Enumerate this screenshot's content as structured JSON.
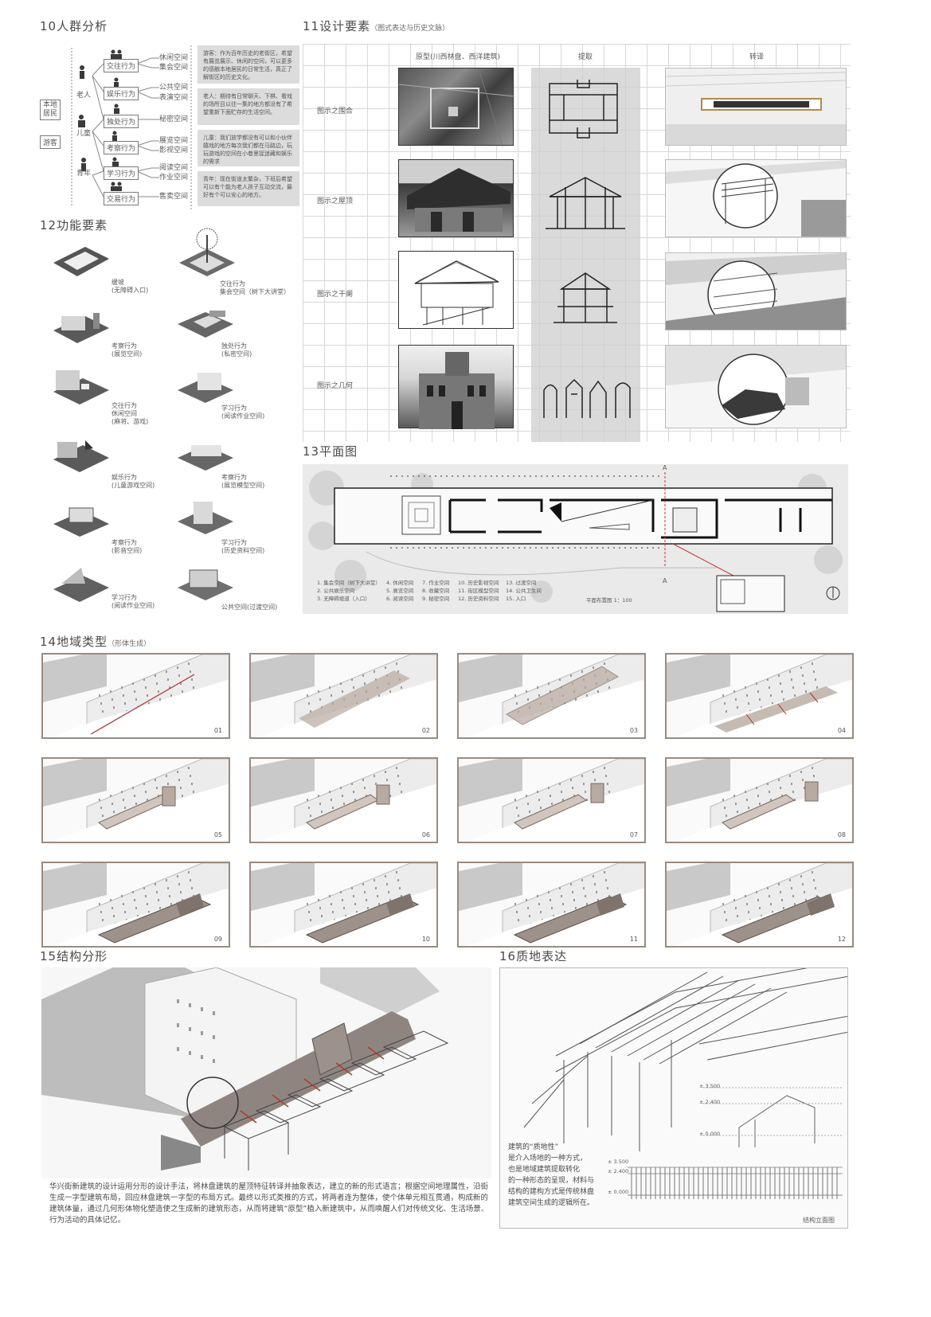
{
  "s10": {
    "title": "10人群分析",
    "residents": "本地\n居民",
    "tourists": "游客",
    "groups": [
      "老人",
      "儿童",
      "青年"
    ],
    "behaviors": [
      "交往行为",
      "娱乐行为",
      "独处行为",
      "考察行为",
      "学习行为",
      "交易行为"
    ],
    "spaces": [
      [
        "休闲空间",
        "集会空间"
      ],
      [
        "公共空间",
        "表演空间"
      ],
      [
        "秘密空间"
      ],
      [
        "展览空间",
        "影视空间"
      ],
      [
        "阅读空间",
        "作业空间"
      ],
      [
        "售卖空间"
      ]
    ],
    "notes": [
      "游客：作为百年历史的老街区，希望有展览展示、休闲的空间，可以更多的感触本地居民的日常生活，真正了解街区的历史文化。",
      "老人：期待有日常聊天、下棋、看戏的场所且以往一集的地方都没有了希望重新下面贮存的生活空间。",
      "儿童：我们放学都没有可以和小伙伴嬉戏的地方每次我们都在马路边，玩玩游戏的空间在小巷里捉迷藏和娱乐的需求",
      "青年：现在街道太繁杂，下班后希望可以有个能为老人孩子互动交流，最好有个可以安心的地方。"
    ]
  },
  "s11": {
    "title": "11设计要素",
    "subtitle": "（图式表达与历史文脉）",
    "col_headers": [
      "原型(川西林盘、西洋建筑)",
      "提取",
      "转译"
    ],
    "rows": [
      "图示之围合",
      "图示之屋顶",
      "图示之干阑",
      "图示之几何"
    ]
  },
  "s12": {
    "title": "12功能要素",
    "items": [
      [
        "缓坡",
        "(无障碍入口)"
      ],
      [
        "交往行为",
        "集会空间（树下大讲堂）"
      ],
      [
        "考察行为",
        "(展览空间)"
      ],
      [
        "独处行为",
        "(私密空间)"
      ],
      [
        "交往行为",
        "休闲空间",
        "(麻将、游戏)"
      ],
      [
        "学习行为",
        "(阅读作业空间)"
      ],
      [
        "娱乐行为",
        "(儿童游戏空间)"
      ],
      [
        "考察行为",
        "(展览模型空间)"
      ],
      [
        "考察行为",
        "(影音空间)"
      ],
      [
        "学习行为",
        "(历史资料空间)"
      ],
      [
        "学习行为",
        "(阅读作业空间)"
      ],
      [
        "公共空间(过渡空间)"
      ]
    ]
  },
  "s13": {
    "title": "13平面图",
    "legend": [
      [
        "1. 集会空间（树下大讲堂）",
        "2. 公共娱乐空间",
        "3. 无障碍坡道（入口）"
      ],
      [
        "4. 休闲空间",
        "5. 展览空间",
        "6. 阅读空间"
      ],
      [
        "7. 作业空间",
        "8. 收藏空间",
        "9. 秘密空间"
      ],
      [
        "10. 历史影视空间",
        "11. 街区模型空间",
        "12. 历史资料空间"
      ],
      [
        "13. 过渡空间",
        "14. 公共卫生间",
        "15. 入口"
      ]
    ],
    "scale": "平面布置图 1：100",
    "section_marks": [
      "A",
      "A"
    ]
  },
  "s14": {
    "title": "14地域类型",
    "subtitle": "（形体生成）",
    "steps": [
      "01",
      "02",
      "03",
      "04",
      "05",
      "06",
      "07",
      "08",
      "09",
      "10",
      "11",
      "12"
    ]
  },
  "s15": {
    "title": "15结构分形",
    "text": "华兴街新建筑的设计运用分形的设计手法，将林盘建筑的屋顶特征转译并抽象表达，建立的新的形式语言；根据空间地理属性，沿街生成一字型建筑布局，回应林盘建筑一字型的布局方式。最终以形式类推的方式，将两者连为整体，使个体单元相互贯通，构成新的建筑体量，通过几何形体物化塑造使之生成新的建筑形态，从而将建筑“原型”植入新建筑中，从而唤醒人们对传统文化、生活场景、行为活动的具体记忆。"
  },
  "s16": {
    "title": "16质地表达",
    "text": [
      "建筑的“质地性”",
      "是介入场地的一种方式，",
      "也是地域建筑提取转化",
      "的一种形态的呈现，材料与",
      "结构的建构方式是传统林盘",
      "建筑空间生成的逻辑所在。"
    ],
    "levels": [
      "± 3.500",
      "± 2.400",
      "± 0.000"
    ],
    "levels2": [
      "± 3.500",
      "± 2.400",
      "± 0.000"
    ],
    "caption": "结构立面图"
  }
}
